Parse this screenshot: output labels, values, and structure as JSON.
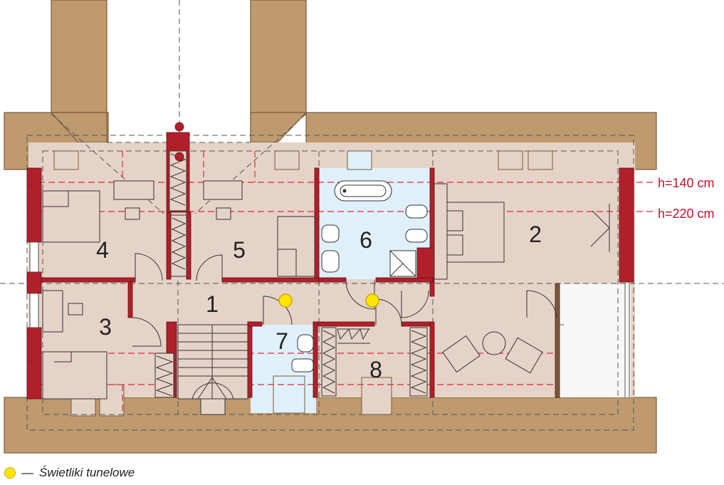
{
  "rooms": [
    {
      "number": "1"
    },
    {
      "number": "2"
    },
    {
      "number": "3"
    },
    {
      "number": "4"
    },
    {
      "number": "5"
    },
    {
      "number": "6"
    },
    {
      "number": "7"
    },
    {
      "number": "8"
    }
  ],
  "heights": {
    "low": "h=140 cm",
    "high": "h=220 cm"
  },
  "legend": {
    "dash": "—",
    "label": "Świetliki tunelowe"
  },
  "colors": {
    "roof": "#bf9a6e",
    "floor": "#e6d3c7",
    "wet_room": "#dff0fb",
    "wall": "#b1202a",
    "dashed_line": "#e0293a",
    "skylight": "#ffe600"
  }
}
